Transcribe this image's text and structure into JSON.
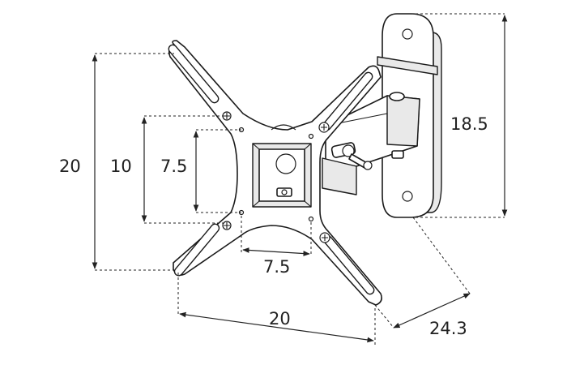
{
  "dimensions": {
    "outer_height": "20",
    "inner_height_10": "10",
    "inner_height_7_5": "7.5",
    "wall_plate_height": "18.5",
    "inner_width_7_5": "7.5",
    "outer_width": "20",
    "depth": "24.3"
  }
}
